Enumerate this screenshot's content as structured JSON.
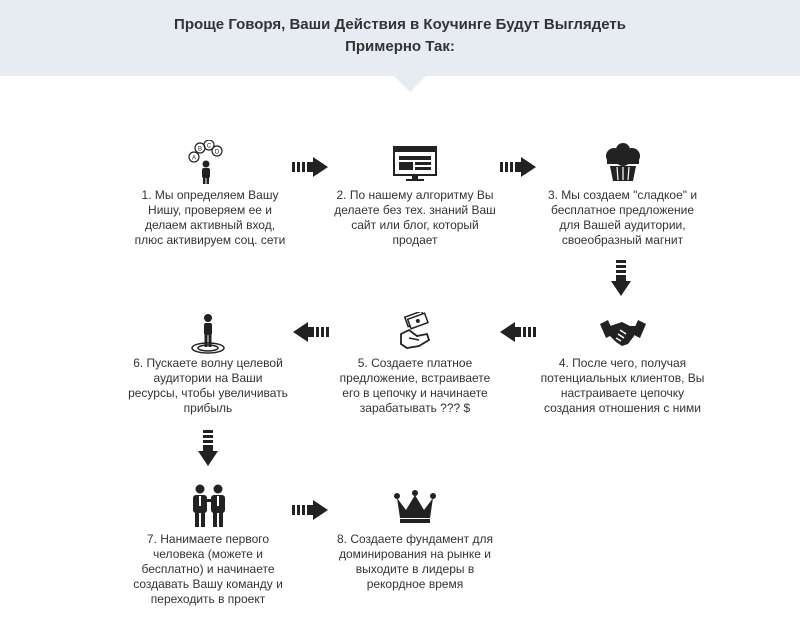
{
  "header": {
    "title_line1": "Проще Говоря, Ваши Действия в Коучинге Будут Выглядеть",
    "title_line2": "Примерно Так:"
  },
  "steps": [
    {
      "text": "1. Мы определяем Вашу Нишу, проверяем ее и делаем активный вход, плюс активируем соц. сети",
      "icon": "person-abcd-icon"
    },
    {
      "text": "2. По нашему алгоритму Вы делаете без тех. знаний Ваш сайт или блог, который продает",
      "icon": "website-monitor-icon"
    },
    {
      "text": "3. Мы создаем \"сладкое\" и бесплатное предложение для Вашей аудитории, своеобразный магнит",
      "icon": "cupcake-icon"
    },
    {
      "text": "4. После чего, получая потенциальных клиентов, Вы настраиваете цепочку создания отношения с ними",
      "icon": "handshake-icon"
    },
    {
      "text": "5. Создаете платное предложение, встраиваете его в цепочку и начинаете зарабатывать ??? $",
      "icon": "hand-money-icon"
    },
    {
      "text": "6. Пускаете волну целевой аудитории на Ваши ресурсы, чтобы увеличивать прибыль",
      "icon": "person-ripples-icon"
    },
    {
      "text": "7. Нанимаете первого человека (можете и бесплатно) и начинаете создавать Вашу команду и переходить в проект",
      "icon": "two-people-icon"
    },
    {
      "text": "8. Создаете фундамент для доминирования на рынке и выходите в лидеры в рекордное время",
      "icon": "crown-icon"
    }
  ],
  "colors": {
    "banner": "#e6ecf1",
    "icon": "#222222",
    "text": "#333333"
  }
}
